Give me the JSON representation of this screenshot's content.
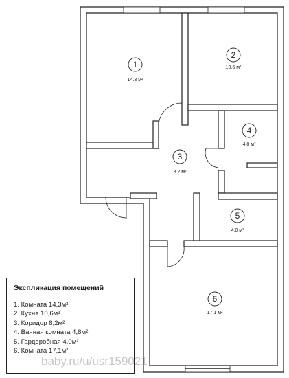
{
  "rooms": [
    {
      "number": "1",
      "area": "14.3 м²"
    },
    {
      "number": "2",
      "area": "10.6 м²"
    },
    {
      "number": "3",
      "area": "8.2 м²"
    },
    {
      "number": "4",
      "area": "4.8 м²"
    },
    {
      "number": "5",
      "area": "4.0 м²"
    },
    {
      "number": "6",
      "area": "17.1 м²"
    }
  ],
  "legend": {
    "title": "Экспликация помещений",
    "items": [
      "1. Комната 14,3м²",
      "2. Кухня 10,6м²",
      "3. Коридор 8,2м²",
      "4. Ванная комната 4,8м²",
      "5. Гардеробная 4,0м²",
      "6. Комната 17,1м²"
    ]
  },
  "watermark": "baby.ru/u/usr159021"
}
